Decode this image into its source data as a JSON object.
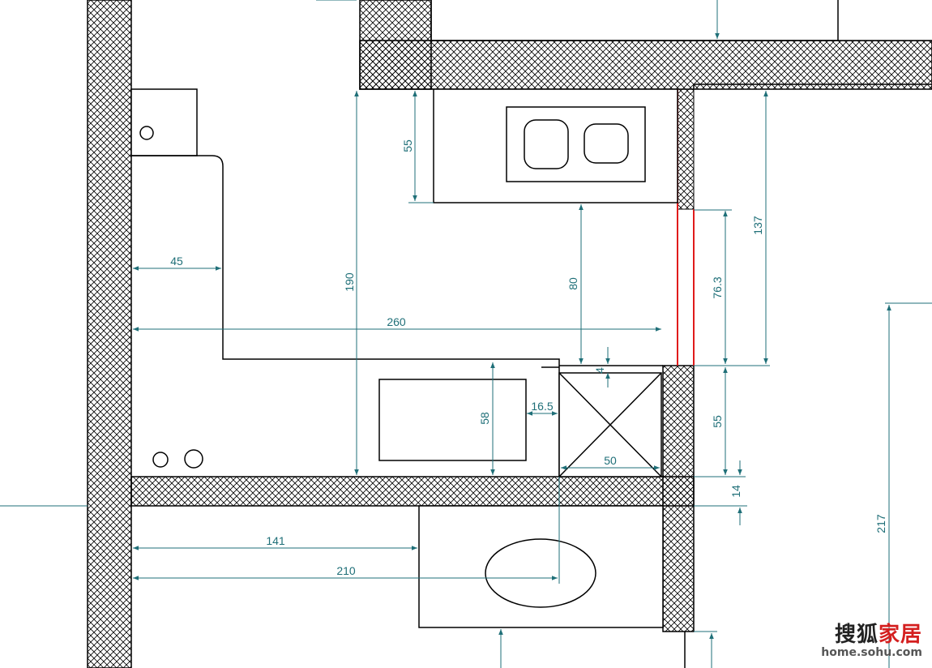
{
  "plan": {
    "dimensions": {
      "d45": "45",
      "d260": "260",
      "d190": "190",
      "d55_top": "55",
      "d80": "80",
      "d76_3": "76.3",
      "d137": "137",
      "d4": "4",
      "d16_5": "16.5",
      "d58": "58",
      "d50": "50",
      "d55_right": "55",
      "d14": "14",
      "d141": "141",
      "d210": "210",
      "d217": "217"
    },
    "colors": {
      "wall_hatch": "#000000",
      "dimension_lines": "#1f6f78",
      "partition_red": "#e01b1b"
    }
  },
  "watermark": {
    "brand_part1": "搜狐",
    "brand_part2": "家居",
    "url": "home.sohu.com"
  }
}
